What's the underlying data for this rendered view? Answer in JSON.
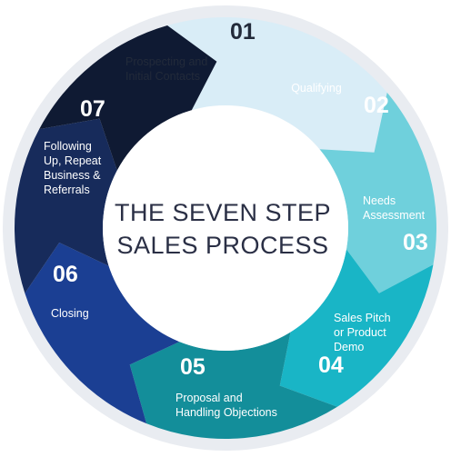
{
  "center": {
    "line1": "THE SEVEN STEP",
    "line2": "SALES PROCESS"
  },
  "steps": [
    {
      "number": "01",
      "label_lines": [
        "Prospecting and",
        "Initial Contacts"
      ],
      "color": "#d9edf7",
      "text_color": "#222a3a"
    },
    {
      "number": "02",
      "label_lines": [
        "Qualifying"
      ],
      "color": "#6fd0dc",
      "text_color": "#ffffff"
    },
    {
      "number": "03",
      "label_lines": [
        "Needs",
        "Assessment"
      ],
      "color": "#19b5c6",
      "text_color": "#ffffff"
    },
    {
      "number": "04",
      "label_lines": [
        "Sales Pitch",
        "or Product",
        "Demo"
      ],
      "color": "#138e9a",
      "text_color": "#ffffff"
    },
    {
      "number": "05",
      "label_lines": [
        "Proposal and",
        "Handling Objections"
      ],
      "color": "#1b3f93",
      "text_color": "#ffffff"
    },
    {
      "number": "06",
      "label_lines": [
        "Closing"
      ],
      "color": "#172b5b",
      "text_color": "#ffffff"
    },
    {
      "number": "07",
      "label_lines": [
        "Following",
        "Up, Repeat",
        "Business &",
        "Referrals"
      ],
      "color": "#0f1a33",
      "text_color": "#ffffff"
    }
  ],
  "ring_color": "#e9ecf1"
}
